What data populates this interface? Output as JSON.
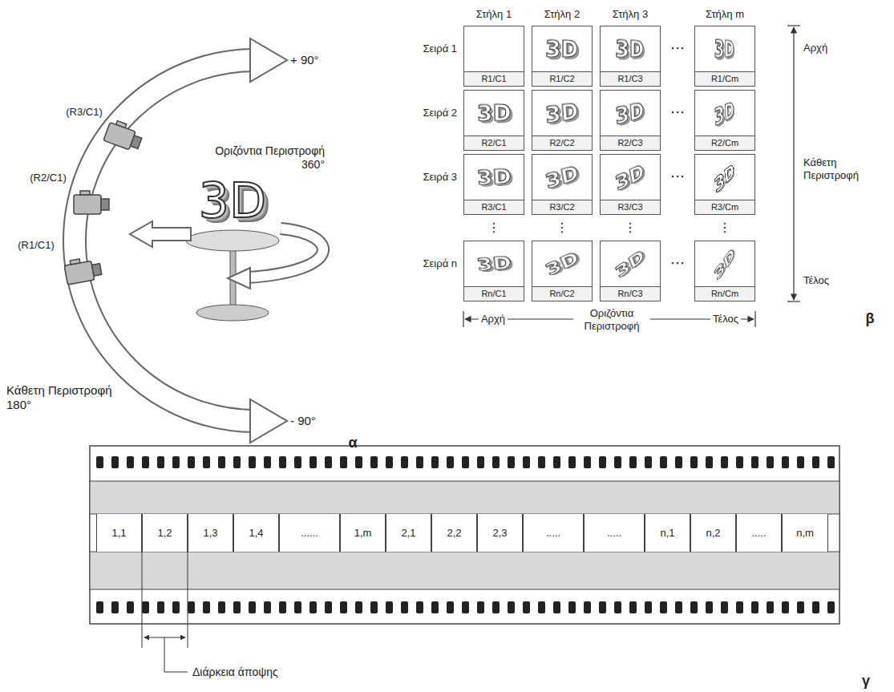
{
  "diagram": {
    "nodes": [
      {
        "text": [
          "R1/C1"
        ]
      },
      {
        "text": [
          "3D",
          "R1/C2"
        ]
      },
      {
        "text": [
          "3D",
          "R1/C3"
        ]
      },
      {
        "text": [
          "3D",
          "R1/Cm"
        ]
      },
      {
        "text": [
          "3D",
          "R2/C1"
        ]
      },
      {
        "text": [
          "3D",
          "R2/C2"
        ]
      },
      {
        "text": [
          "3D",
          "R2/C3"
        ]
      },
      {
        "text": [
          "3D",
          "R2/Cm"
        ]
      },
      {
        "text": [
          "3D",
          "R3/C1"
        ]
      },
      {
        "text": [
          "3D",
          "R3/C2"
        ]
      },
      {
        "text": [
          "3D",
          "R3/C3"
        ]
      },
      {
        "text": [
          "3D",
          "R3/Cm"
        ]
      },
      {
        "text": [
          "3D",
          "Rn/C1"
        ]
      },
      {
        "text": [
          "3D",
          "Rn/C2"
        ]
      },
      {
        "text": [
          "3D",
          "Rn/C3"
        ]
      },
      {
        "text": [
          "3D",
          "Rn/Cm"
        ]
      },
      {
        "text": [
          "1,1"
        ]
      },
      {
        "text": [
          "1,2"
        ]
      },
      {
        "text": [
          "1,3"
        ]
      },
      {
        "text": [
          "1,4"
        ]
      },
      {
        "text": [
          "......"
        ]
      },
      {
        "text": [
          "1,m"
        ]
      },
      {
        "text": [
          "2,1"
        ]
      },
      {
        "text": [
          "2,2"
        ]
      },
      {
        "text": [
          "2,3"
        ]
      },
      {
        "text": [
          "....."
        ]
      },
      {
        "text": [
          "....."
        ]
      },
      {
        "text": [
          "n,1"
        ]
      },
      {
        "text": [
          "n,2"
        ]
      },
      {
        "text": [
          "....."
        ]
      },
      {
        "text": [
          "n,m"
        ]
      }
    ],
    "labels": [
      "(R3/C1)",
      "(R2/C1)",
      "(R1/C1)",
      "+ 90°",
      "3D",
      "Οριζόντια Περιστροφή 360°",
      "Κάθετη Περιστροφή 180°",
      "- 90°",
      "α",
      "Στήλη 1",
      "Στήλη 2",
      "Στήλη 3",
      "Στήλη m",
      "Σειρά 1",
      "Σειρά 2",
      "Σειρά 3",
      "Σειρά n",
      "⋯",
      "⋯",
      "⋯",
      "⋯",
      "⋮",
      "⋮",
      "⋮",
      "⋮",
      "Αρχή",
      "Κάθετη Περιστροφή",
      "Τέλος",
      "Αρχή",
      "Οριζόντια Περιστροφή",
      "Τέλος",
      "β",
      "Διάρκεια άποψης",
      "γ"
    ]
  }
}
